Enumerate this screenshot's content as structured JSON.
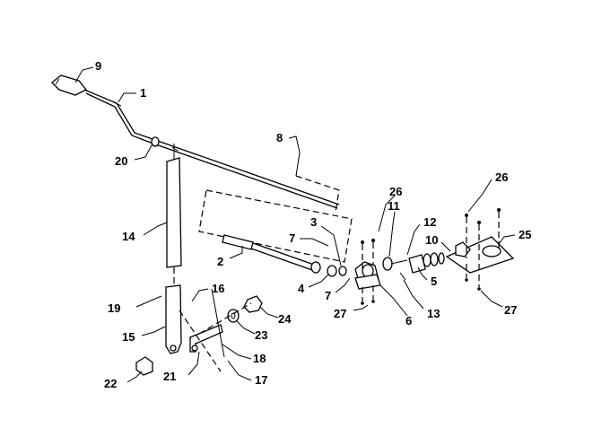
{
  "diagram": {
    "labels": {
      "l1": "1",
      "l2": "2",
      "l3": "3",
      "l4": "4",
      "l5": "5",
      "l6": "6",
      "l7a": "7",
      "l7b": "7",
      "l8": "8",
      "l9": "9",
      "l10": "10",
      "l11": "11",
      "l12": "12",
      "l13": "13",
      "l14": "14",
      "l15": "15",
      "l16": "16",
      "l17": "17",
      "l18": "18",
      "l19": "19",
      "l20": "20",
      "l21": "21",
      "l22": "22",
      "l23": "23",
      "l24": "24",
      "l25": "25",
      "l26a": "26",
      "l26b": "26",
      "l27a": "27",
      "l27b": "27"
    }
  }
}
